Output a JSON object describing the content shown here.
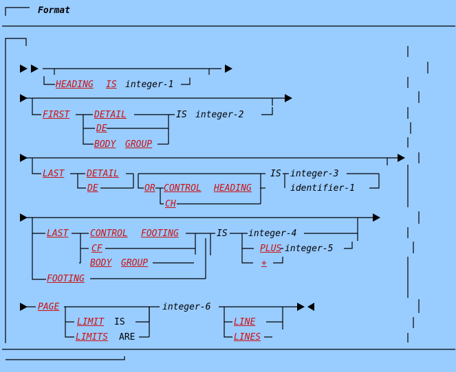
{
  "header": {
    "title": "Format"
  },
  "clauses": {
    "heading": {
      "heading_kw": "HEADING",
      "is_kw": "IS",
      "integer": "integer-1"
    },
    "first_detail": {
      "first_kw": "FIRST",
      "detail_kw": "DETAIL",
      "de_kw": "DE",
      "body_kw": "BODY",
      "group_kw": "GROUP",
      "is_text": "IS",
      "integer": "integer-2"
    },
    "last_detail": {
      "last_kw": "LAST",
      "detail_kw": "DETAIL",
      "de_kw": "DE",
      "or_kw": "OR",
      "control_kw": "CONTROL",
      "heading_kw": "HEADING",
      "ch_kw": "CH",
      "is_text": "IS",
      "integer": "integer-3",
      "identifier": "identifier-1"
    },
    "last_control_footing": {
      "last_kw": "LAST",
      "control_kw": "CONTROL",
      "footing_kw": "FOOTING",
      "cf_kw": "CF",
      "body_kw": "BODY",
      "group_kw": "GROUP",
      "footing_alt_kw": "FOOTING",
      "is_text": "IS",
      "integer4": "integer-4",
      "plus_kw": "PLUS",
      "integer5": "integer-5",
      "plus_sign": "+"
    },
    "page": {
      "page_kw": "PAGE",
      "limit_kw": "LIMIT",
      "is_text": "IS",
      "limits_kw": "LIMITS",
      "are_text": "ARE",
      "integer": "integer-6",
      "line_kw": "LINE",
      "lines_kw": "LINES"
    }
  }
}
